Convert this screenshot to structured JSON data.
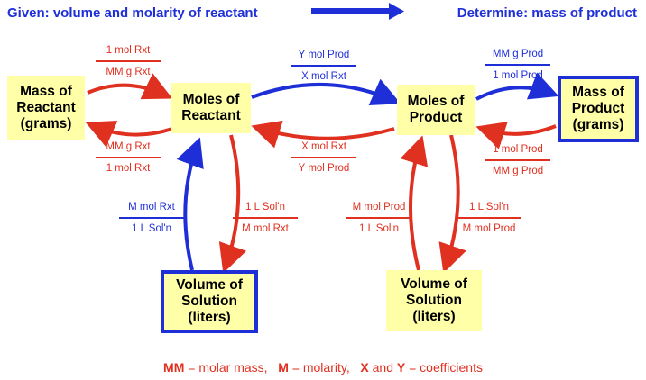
{
  "header": {
    "given": "Given: volume and molarity of reactant",
    "determine": "Determine: mass of product"
  },
  "boxes": {
    "mass_reactant": "Mass of\nReactant\n(grams)",
    "moles_reactant": "Moles of\nReactant",
    "moles_product": "Moles of\nProduct",
    "mass_product": "Mass of\nProduct\n(grams)",
    "volume_reactant": "Volume of\nSolution\n(liters)",
    "volume_product": "Volume of\nSolution\n(liters)"
  },
  "fractions": {
    "mass_to_moles_rxt": {
      "num": "1 mol Rxt",
      "den": "MM g Rxt"
    },
    "moles_to_mass_rxt": {
      "num": "MM g Rxt",
      "den": "1 mol Rxt"
    },
    "rxt_to_prod": {
      "num": "Y mol Prod",
      "den": "X mol Rxt"
    },
    "prod_to_rxt": {
      "num": "X mol Rxt",
      "den": "Y mol Prod"
    },
    "moles_to_mass_prod": {
      "num": "MM g Prod",
      "den": "1 mol Prod"
    },
    "mass_to_moles_prod": {
      "num": "1 mol Prod",
      "den": "MM g Prod"
    },
    "vol_to_moles_rxt": {
      "num": "M mol Rxt",
      "den": "1 L Sol'n"
    },
    "moles_to_vol_rxt": {
      "num": "1 L Sol'n",
      "den": "M mol Rxt"
    },
    "vol_to_moles_prod": {
      "num": "M mol Prod",
      "den": "1 L Sol'n"
    },
    "moles_to_vol_prod": {
      "num": "1 L Sol'n",
      "den": "M mol Prod"
    }
  },
  "legend": {
    "mm_key": "MM",
    "mm_text": " = molar mass,",
    "m_key": "M",
    "m_text": " = molarity,",
    "x_key": "X",
    "and_text": " and ",
    "y_key": "Y",
    "xy_text": " = coefficients"
  },
  "colors": {
    "blue": "#1f2fd8",
    "red": "#e03020",
    "box_fill": "#ffffa8"
  }
}
